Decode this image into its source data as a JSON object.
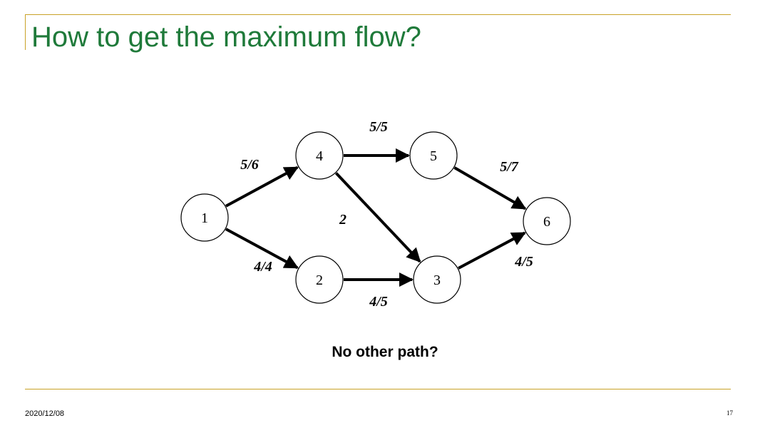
{
  "slide": {
    "title": "How to get the maximum flow?",
    "caption": "No other path?",
    "date": "2020/12/08",
    "page_number": "17"
  },
  "colors": {
    "title": "#1f7a3a",
    "rule": "#c9a227"
  },
  "graph": {
    "nodes": [
      {
        "id": "1",
        "label": "1"
      },
      {
        "id": "2",
        "label": "2"
      },
      {
        "id": "3",
        "label": "3"
      },
      {
        "id": "4",
        "label": "4"
      },
      {
        "id": "5",
        "label": "5"
      },
      {
        "id": "6",
        "label": "6"
      }
    ],
    "edges": [
      {
        "from": "1",
        "to": "4",
        "label": "5/6"
      },
      {
        "from": "1",
        "to": "2",
        "label": "4/4"
      },
      {
        "from": "4",
        "to": "5",
        "label": "5/5"
      },
      {
        "from": "4",
        "to": "3",
        "label": "2"
      },
      {
        "from": "2",
        "to": "3",
        "label": "4/5"
      },
      {
        "from": "5",
        "to": "6",
        "label": "5/7"
      },
      {
        "from": "3",
        "to": "6",
        "label": "4/5"
      }
    ]
  }
}
